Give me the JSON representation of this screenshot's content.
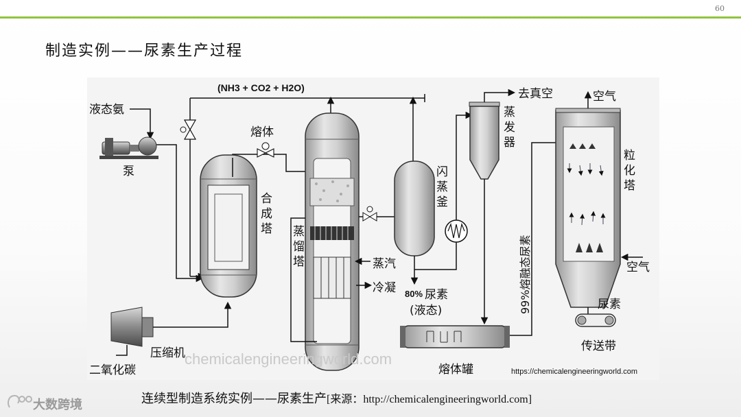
{
  "page": {
    "number": "60"
  },
  "header": {
    "title": "制造实例——尿素生产过程"
  },
  "diagram": {
    "top_stream": "(NH3 + CO2 + H2O)",
    "liquid_ammonia": "液态氨",
    "pump": "泵",
    "melt": "熔体",
    "synthesis_tower": [
      "合",
      "成",
      "塔"
    ],
    "distillation_tower": [
      "蒸",
      "馏",
      "塔"
    ],
    "flash_tank": [
      "闪",
      "蒸",
      "釜"
    ],
    "evaporator": [
      "蒸",
      "发",
      "器"
    ],
    "to_vacuum": "去真空",
    "air_top": "空气",
    "granulation_tower": [
      "粒",
      "化",
      "塔"
    ],
    "steam": "蒸汽",
    "condensate": "冷凝",
    "urea_80_pct": "80%",
    "urea_80_label": "尿素",
    "urea_80_state": "(液态)",
    "urea_99": "99%熔融态尿素",
    "air_side": "空气",
    "urea_product": "尿素",
    "conveyor": "传送带",
    "compressor": "压缩机",
    "co2": "二氧化碳",
    "melt_tank": "熔体罐",
    "watermark": "chemicalengineeringworld.com",
    "source_url": "https://chemicalengineeringworld.com"
  },
  "caption": {
    "main": "连续型制造系统实例——尿素生产",
    "source": "[来源：http://chemicalengineeringworld.com]"
  },
  "logo": {
    "text": "大数跨境"
  }
}
